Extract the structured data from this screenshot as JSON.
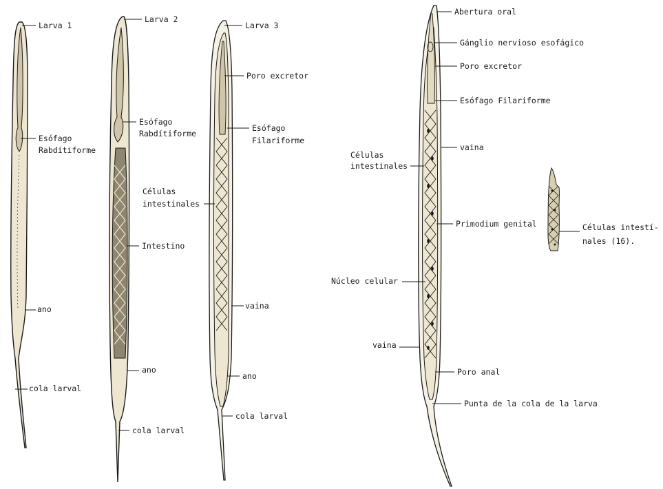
{
  "colors": {
    "ink": "#1a1a1a",
    "body_fill": "#ede7d2",
    "body_fill_dark": "#cfc5a8",
    "cell_fill": "#d8cfb2"
  },
  "larva1": {
    "title": "Larva 1",
    "esophagus_line1": "Esófago",
    "esophagus_line2": "Rabdítiforme",
    "anus": "ano",
    "tail": "cola larval"
  },
  "larva2": {
    "title": "Larva 2",
    "esophagus_line1": "Esófago",
    "esophagus_line2": "Rabdítiforme",
    "cells_line1": "Células",
    "cells_line2": "intestinales",
    "intestine": "Intestino",
    "anus": "ano",
    "tail": "cola larval"
  },
  "larva3": {
    "title": "Larva 3",
    "excretory_pore": "Poro excretor",
    "esophagus_line1": "Esófago",
    "esophagus_line2": "Filariforme",
    "sheath": "vaina",
    "anus": "ano",
    "tail": "cola larval"
  },
  "detail": {
    "oral_opening": "Abertura oral",
    "nerve_ganglion": "Gánglio nervioso esofágico",
    "excretory_pore": "Poro excretor",
    "esophagus": "Esófago Filariforme",
    "sheath_top": "vaina",
    "cells_line1": "Células",
    "cells_line2": "intestinales",
    "genital_primordium": "Primodium genital",
    "cell_nucleus": "Núcleo celular",
    "sheath_bottom": "vaina",
    "anal_pore": "Poro anal",
    "tail_tip": "Punta de la cola de la larva"
  },
  "inset": {
    "cells_line1": "Células intestí-",
    "cells_line2": "nales (16)."
  }
}
